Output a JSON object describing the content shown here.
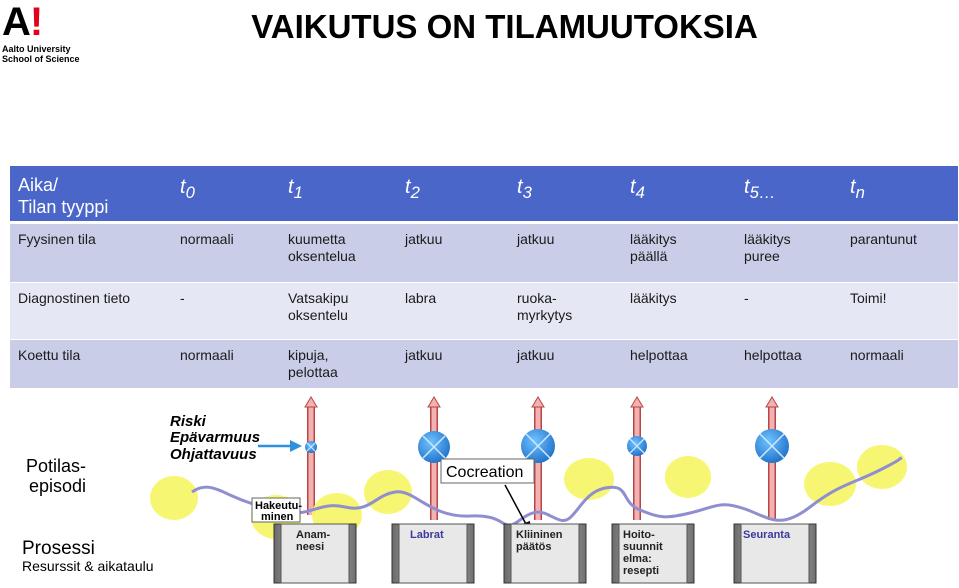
{
  "logo": {
    "mark": "A",
    "bang": "!",
    "line1": "Aalto University",
    "line2": "School of Science"
  },
  "title": "VAIKUTUS ON TILAMUUTOKSIA",
  "table": {
    "header": {
      "first_line1": "Aika/",
      "first_line2": "Tilan tyyppi",
      "times": [
        {
          "base": "t",
          "sub": "0"
        },
        {
          "base": "t",
          "sub": "1"
        },
        {
          "base": "t",
          "sub": "2"
        },
        {
          "base": "t",
          "sub": "3"
        },
        {
          "base": "t",
          "sub": "4"
        },
        {
          "base": "t",
          "sub": "5…"
        },
        {
          "base": "t",
          "sub": "n"
        }
      ]
    },
    "rows": [
      {
        "label": "Fyysinen tila",
        "cells": [
          [
            "normaali"
          ],
          [
            "kuumetta",
            "oksentelua"
          ],
          [
            "jatkuu"
          ],
          [
            "jatkuu"
          ],
          [
            "lääkitys",
            "päällä"
          ],
          [
            "lääkitys",
            "puree"
          ],
          [
            "parantunut"
          ]
        ]
      },
      {
        "label": "Diagnostinen tieto",
        "cells": [
          [
            "-"
          ],
          [
            "Vatsakipu",
            "oksentelu"
          ],
          [
            "labra"
          ],
          [
            "ruoka-",
            "myrkytys"
          ],
          [
            "lääkitys"
          ],
          [
            "-"
          ],
          [
            "Toimi!"
          ]
        ]
      },
      {
        "label": "Koettu tila",
        "cells": [
          [
            "normaali"
          ],
          [
            "kipuja,",
            "pelottaa"
          ],
          [
            "jatkuu"
          ],
          [
            "jatkuu"
          ],
          [
            "helpottaa"
          ],
          [
            "helpottaa"
          ],
          [
            "normaali"
          ]
        ]
      }
    ]
  },
  "diagram": {
    "risk_line1": "Riski",
    "risk_line2": "Epävarmuus",
    "risk_line3": "Ohjattavuus",
    "potilas_line1": "Potilas-",
    "potilas_line2": "episodi",
    "cocreation": "Cocreation",
    "hakeutu_line1": "Hakeutu-",
    "hakeutu_line2": "minen",
    "prosessi": "Prosessi",
    "resurssit": "Resurssit & aikataulu",
    "boxes": [
      {
        "line1": "Anam-",
        "line2": "neesi",
        "line3": "",
        "line4": ""
      },
      {
        "line1": "Labrat",
        "line2": "",
        "line3": "",
        "line4": ""
      },
      {
        "line1": "Kliininen",
        "line2": "päätös",
        "line3": "",
        "line4": ""
      },
      {
        "line1": "Hoito-",
        "line2": "suunnit",
        "line3": "elma:",
        "line4": "resepti"
      },
      {
        "line1": "Seuranta",
        "line2": "",
        "line3": "",
        "line4": ""
      }
    ]
  },
  "colors": {
    "header_blue": "#4a66c8",
    "row_dark": "#c9cde8",
    "row_light": "#e6e7f4",
    "circle_yellow": "#f7f56a",
    "node_blue": "#2f8fe0",
    "path_purple": "#8f8fcf",
    "arrow_pink": "#f2b2b2"
  }
}
